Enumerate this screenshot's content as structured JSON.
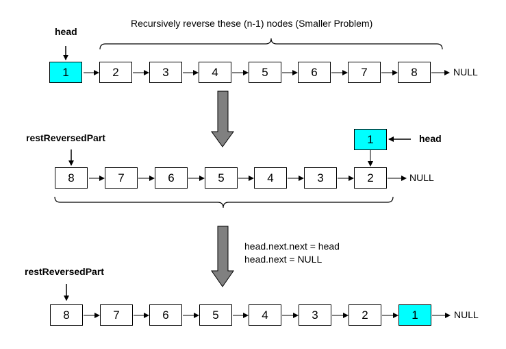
{
  "step1": {
    "head_label": "head",
    "caption": "Recursively reverse these (n-1) nodes (Smaller Problem)",
    "nodes": [
      "1",
      "2",
      "3",
      "4",
      "5",
      "6",
      "7",
      "8"
    ],
    "null_label": "NULL"
  },
  "step2": {
    "rest_label": "restReversedPart",
    "head_label": "head",
    "head_node": "1",
    "nodes": [
      "8",
      "7",
      "6",
      "5",
      "4",
      "3",
      "2"
    ],
    "null_label": "NULL"
  },
  "step3": {
    "code_line1": "head.next.next = head",
    "code_line2": "head.next = NULL",
    "rest_label": "restReversedPart",
    "nodes": [
      "8",
      "7",
      "6",
      "5",
      "4",
      "3",
      "2",
      "1"
    ],
    "null_label": "NULL"
  },
  "colors": {
    "highlight": "#00ffff",
    "arrow_fill": "#808080"
  }
}
